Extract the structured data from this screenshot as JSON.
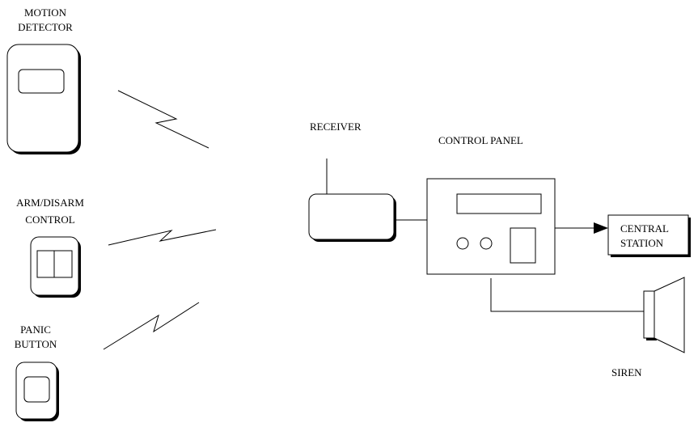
{
  "labels": {
    "motion_detector": [
      "MOTION",
      "DETECTOR"
    ],
    "arm_disarm": [
      "ARM/DISARM",
      "CONTROL"
    ],
    "panic_button": [
      "PANIC",
      "BUTTON"
    ],
    "receiver": "RECEIVER",
    "control_panel": "CONTROL PANEL",
    "central_station": [
      "CENTRAL",
      "STATION"
    ],
    "siren": "SIREN"
  }
}
